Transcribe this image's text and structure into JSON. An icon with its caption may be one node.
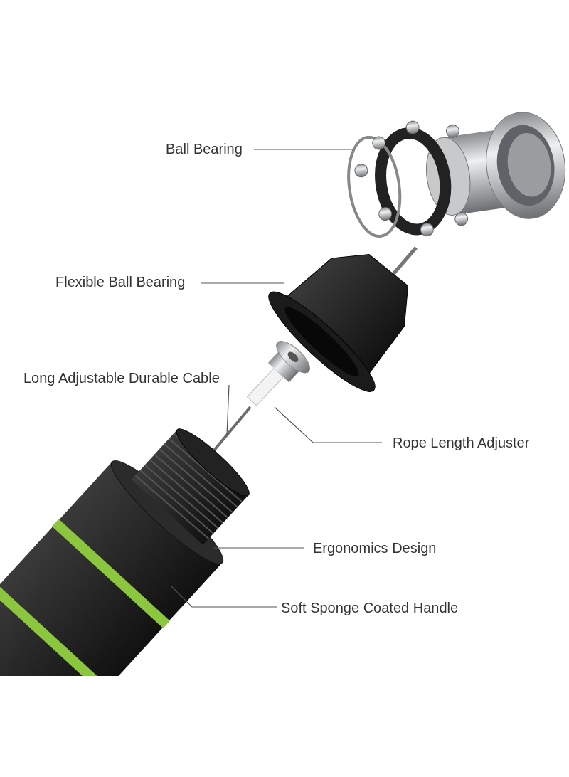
{
  "diagram": {
    "nodes": [
      {
        "text": [
          "Ball Bearing"
        ]
      },
      {
        "text": [],
        "shape": "picture"
      },
      {
        "text": [
          "Flexible Ball Bearing"
        ]
      },
      {
        "text": [],
        "shape": "picture"
      },
      {
        "text": [
          "Long Adjustable Durable Cable"
        ]
      },
      {
        "text": [],
        "shape": "picture"
      },
      {
        "text": [
          "Rope Length Adjuster"
        ]
      },
      {
        "text": [],
        "shape": "picture"
      },
      {
        "text": [
          "Ergonomics Design"
        ]
      },
      {
        "text": [],
        "shape": "picture"
      },
      {
        "text": [
          "Soft Sponge Coated Handle"
        ]
      },
      {
        "text": [],
        "shape": "picture"
      }
    ],
    "edges": [
      {
        "from": 0,
        "to": 1,
        "arrow": "none"
      },
      {
        "from": 2,
        "to": 3,
        "arrow": "none"
      },
      {
        "from": 4,
        "to": 5,
        "arrow": "none"
      },
      {
        "from": 6,
        "to": 7,
        "arrow": "none"
      },
      {
        "from": 8,
        "to": 9,
        "arrow": "none"
      },
      {
        "from": 10,
        "to": 11,
        "arrow": "none"
      }
    ]
  }
}
